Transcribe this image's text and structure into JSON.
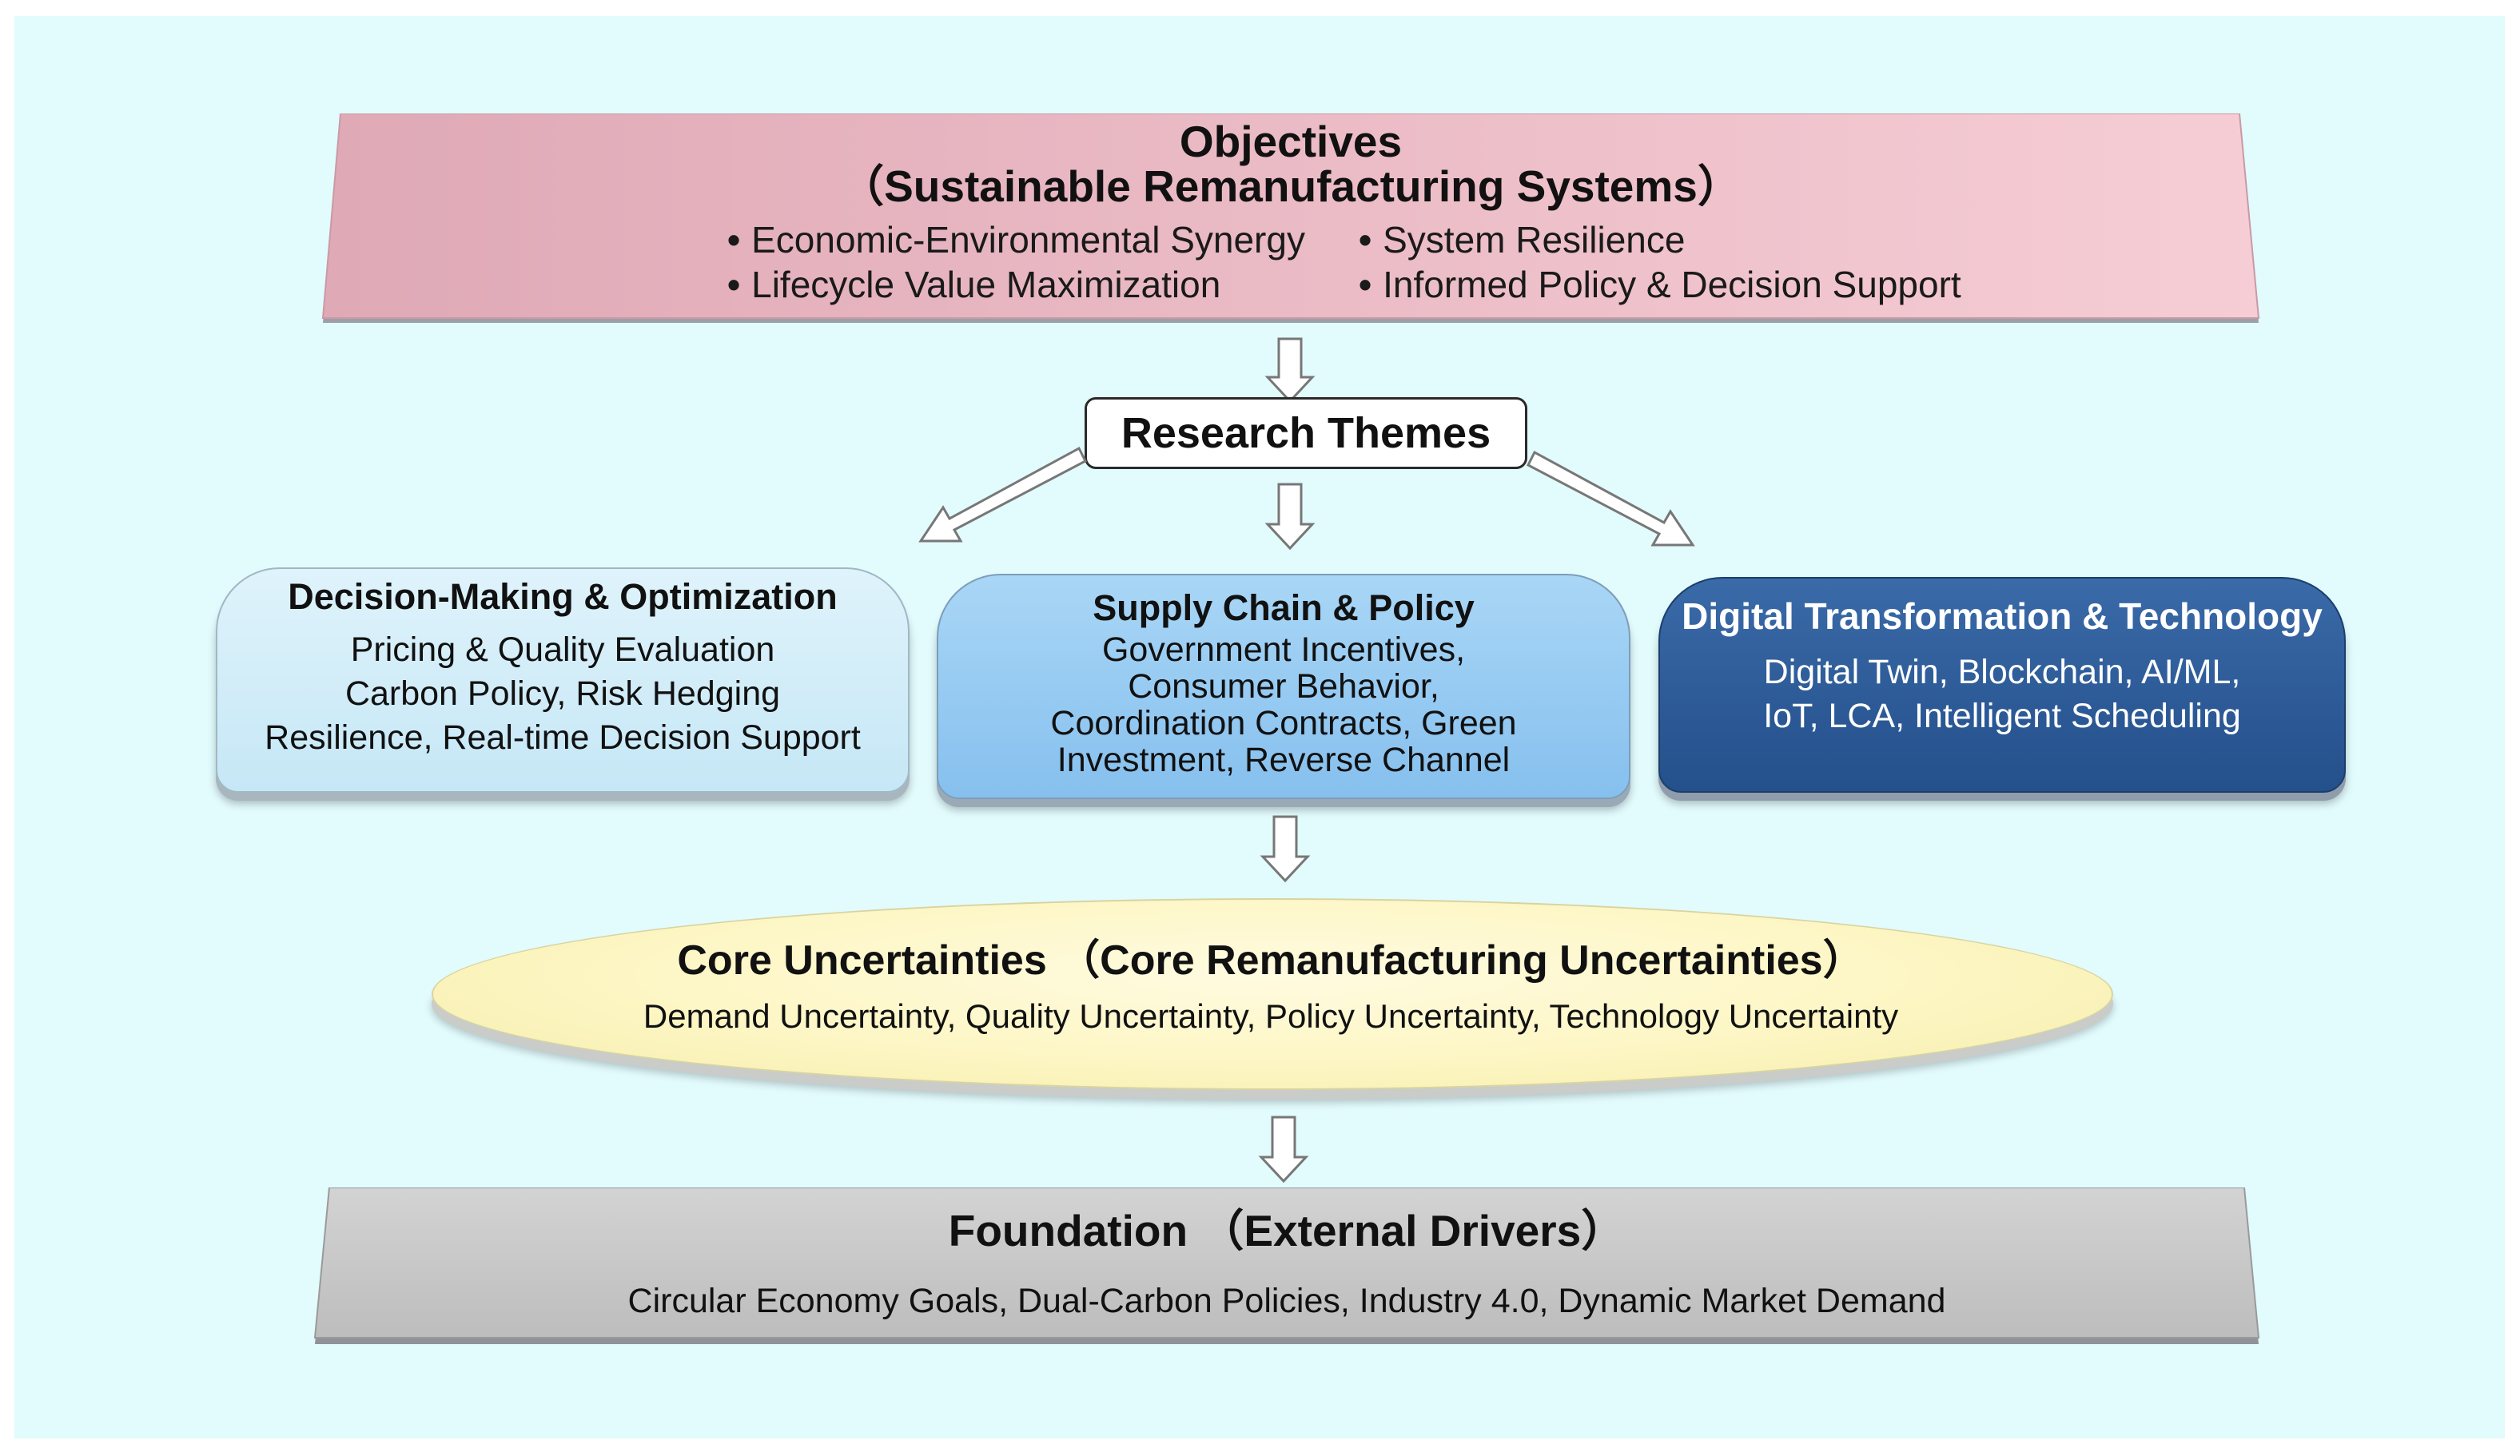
{
  "objectives": {
    "title": "Objectives",
    "subtitle": "（Sustainable Remanufacturing Systems）",
    "bullets": [
      "Economic-Environmental Synergy",
      "System Resilience",
      "Lifecycle Value Maximization",
      "Informed Policy & Decision Support"
    ],
    "color": "#eab9c3"
  },
  "research_themes": {
    "label": "Research Themes",
    "themes": [
      {
        "title": "Decision-Making & Optimization",
        "body": "Pricing & Quality Evaluation\nCarbon Policy, Risk Hedging\nResilience, Real-time Decision Support",
        "color": "#cfeaf7"
      },
      {
        "title": "Supply Chain & Policy",
        "body": "Government Incentives,\nConsumer Behavior,\nCoordination Contracts, Green\nInvestment, Reverse Channel",
        "color": "#94c8f2"
      },
      {
        "title": "Digital Transformation & Technology",
        "body": "Digital Twin, Blockchain, AI/ML,\nIoT, LCA, Intelligent Scheduling",
        "color": "#2c5a97"
      }
    ]
  },
  "core_uncertainties": {
    "title": "Core Uncertainties （Core Remanufacturing Uncertainties）",
    "body": "Demand Uncertainty, Quality Uncertainty, Policy Uncertainty, Technology Uncertainty",
    "color": "#fdf6c4"
  },
  "foundation": {
    "title": "Foundation （External Drivers）",
    "body": "Circular Economy Goals, Dual-Carbon Policies, Industry 4.0, Dynamic Market Demand",
    "color": "#c8c8c8"
  },
  "background_color": "#e2fbfd"
}
